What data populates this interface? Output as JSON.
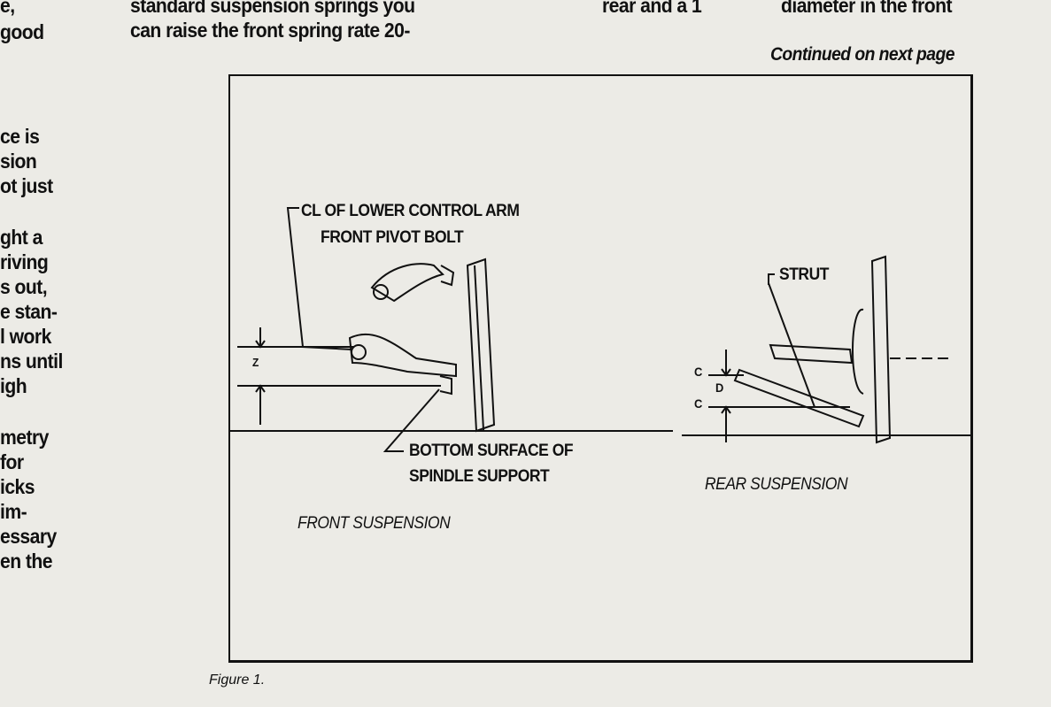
{
  "left_column": [
    "e,",
    "good",
    "ce is",
    "sion",
    "ot just",
    "ght a",
    "riving",
    "s out,",
    "e stan-",
    "l work",
    "ns until",
    "igh",
    "metry",
    "for",
    "icks",
    "im-",
    "essary",
    "en the"
  ],
  "middle_column": [
    "standard suspension springs you",
    "can raise the front spring rate 20-"
  ],
  "right_column_a": [
    "rear and a 1"
  ],
  "right_column_b": [
    "diameter in the front"
  ],
  "continued": "Continued on next page",
  "figure": {
    "label_cl_1": "CL OF LOWER CONTROL ARM",
    "label_cl_2": "FRONT PIVOT BOLT",
    "label_z": "Z",
    "label_bottom_1": "BOTTOM SURFACE OF",
    "label_bottom_2": "SPINDLE SUPPORT",
    "label_strut": "STRUT",
    "label_d": "D",
    "label_c1": "C",
    "label_c2": "C",
    "front_caption": "FRONT SUSPENSION",
    "rear_caption": "REAR SUSPENSION"
  },
  "caption": "Figure 1."
}
